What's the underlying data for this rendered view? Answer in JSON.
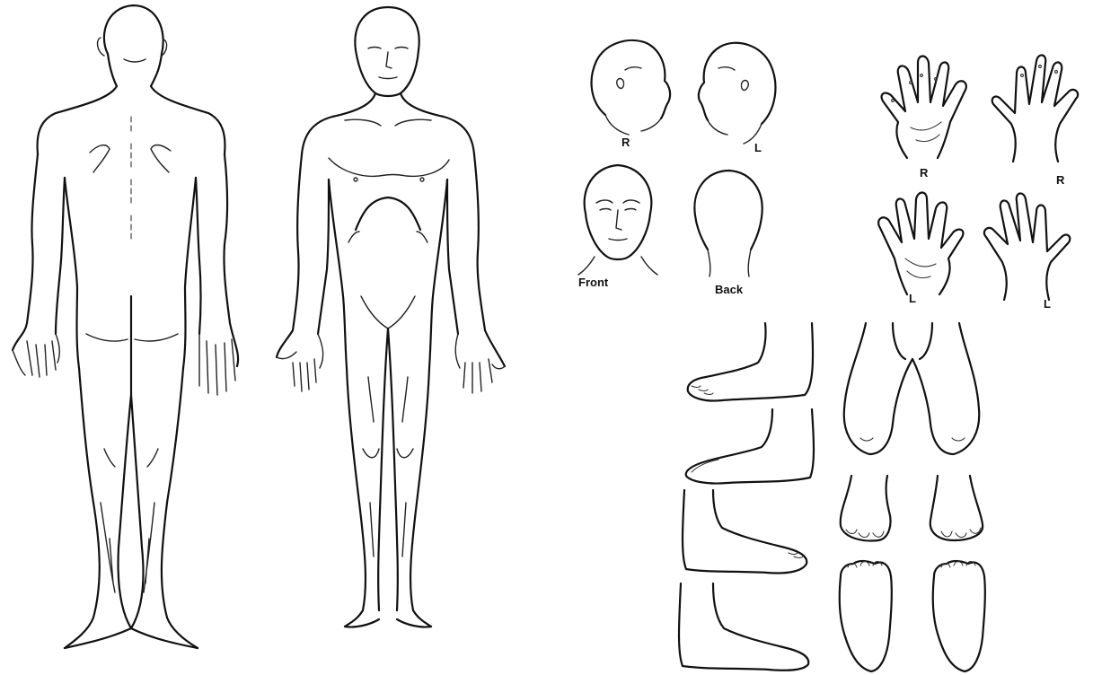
{
  "head_panel": {
    "labels": {
      "right_profile": "R",
      "left_profile": "L",
      "front": "Front",
      "back": "Back"
    }
  },
  "hand_panel": {
    "labels": {
      "right_palm": "R",
      "right_back": "R",
      "left_palm": "L",
      "left_back": "L"
    }
  },
  "colors": {
    "line": "#111111",
    "background": "#ffffff"
  }
}
